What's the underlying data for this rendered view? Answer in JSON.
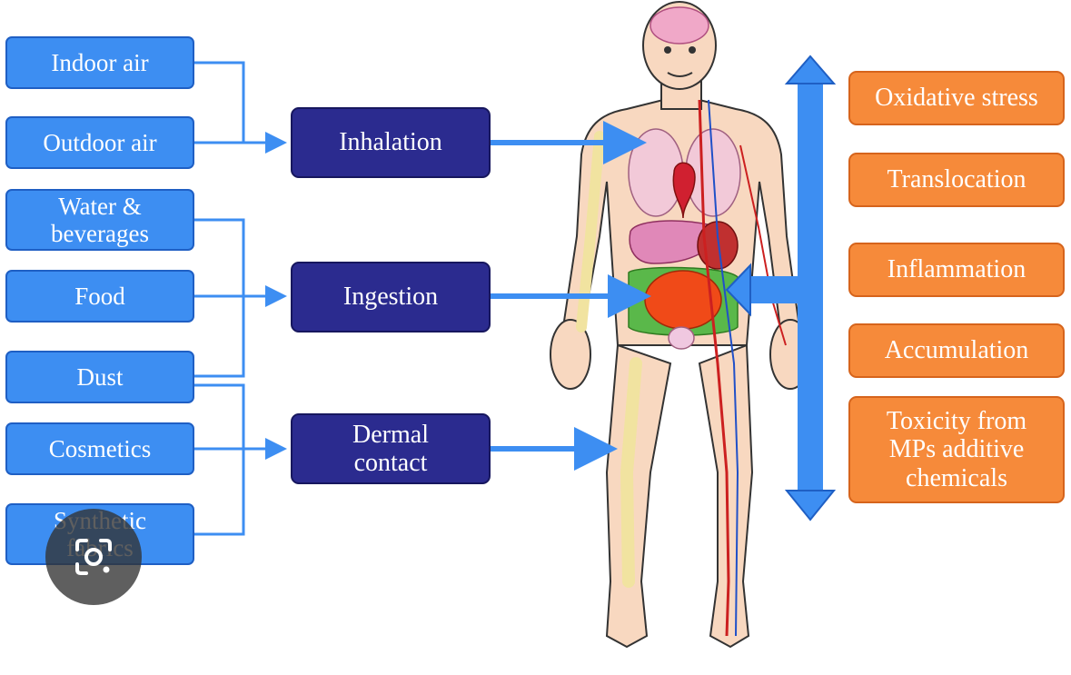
{
  "sources": [
    {
      "label": "Indoor air"
    },
    {
      "label": "Outdoor air"
    },
    {
      "label": "Water &\nbeverages"
    },
    {
      "label": "Food"
    },
    {
      "label": "Dust"
    },
    {
      "label": "Cosmetics"
    },
    {
      "label": "Synthetic\nfabrics"
    }
  ],
  "routes": [
    {
      "label": "Inhalation"
    },
    {
      "label": "Ingestion"
    },
    {
      "label": "Dermal\ncontact"
    }
  ],
  "effects": [
    {
      "label": "Oxidative stress"
    },
    {
      "label": "Translocation"
    },
    {
      "label": "Inflammation"
    },
    {
      "label": "Accumulation"
    },
    {
      "label": "Toxicity from\nMPs additive\nchemicals"
    }
  ],
  "colors": {
    "source_fill": "#3d8ef2",
    "route_fill": "#2b2b8f",
    "effect_fill": "#f68a3a",
    "connector": "#3d8ef2"
  },
  "overlay": {
    "icon": "lens-search-icon"
  }
}
